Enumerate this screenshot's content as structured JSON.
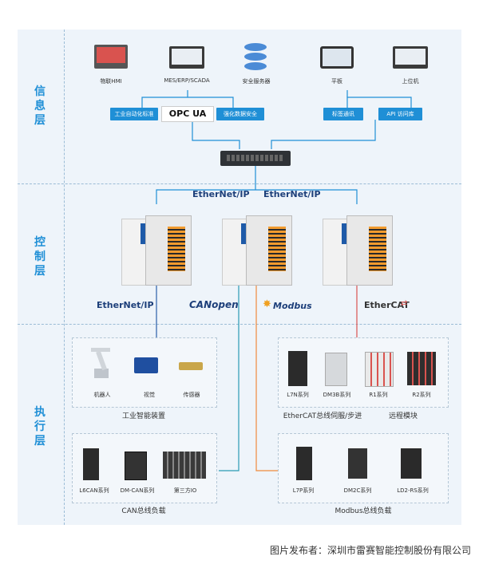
{
  "layers": {
    "info": "信\n息\n层",
    "control": "控\n制\n层",
    "exec": "执\n行\n层"
  },
  "devices": {
    "hmi": "物联HMI",
    "mes": "MES/ERP/SCADA",
    "server": "安全服务器",
    "tablet": "平板",
    "upper": "上位机"
  },
  "buttons": {
    "industrial_std": "工业自动化标准",
    "opc_ua": "OPC UA",
    "security": "强化数据安全",
    "tag_comm": "标签通讯",
    "api": "API 访问库"
  },
  "protocols": {
    "ethernetip_left": "EtherNet/IP",
    "ethernetip_right": "EtherNet/IP",
    "ethernetip_bottom": "EtherNet/IP",
    "canopen": "CANopen",
    "modbus": "Modbus",
    "ethercat": "EtherCAT"
  },
  "exec": {
    "robot": "机器人",
    "vision": "视觉",
    "sensor": "传感器",
    "industrial_group": "工业智能装置",
    "l7n": "L7N系列",
    "dm3b": "DM3B系列",
    "r1": "R1系列",
    "r2": "R2系列",
    "ethercat_servo": "EtherCAT总线伺服/步进",
    "remote_module": "远程模块",
    "l6can": "L6CAN系列",
    "dmcan": "DM-CAN系列",
    "third_io": "第三方IO",
    "can_group": "CAN总线负载",
    "l7p": "L7P系列",
    "dm2c": "DM2C系列",
    "ld2rs": "LD2-RS系列",
    "modbus_group": "Modbus总线负载"
  },
  "footer": "图片发布者：深圳市雷赛智能控制股份有限公司",
  "colors": {
    "accent": "#1f8fd6",
    "can_line": "#2a9bb4",
    "modbus_line": "#f08a3c",
    "ethercat_line": "#d9534f",
    "eip_line": "#2b5fa8"
  }
}
